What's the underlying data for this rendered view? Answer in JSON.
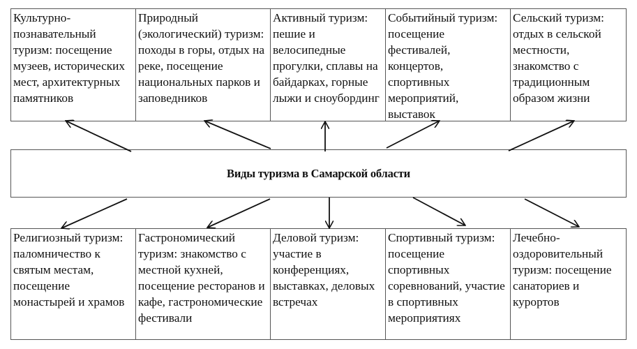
{
  "title": "Виды туризма в Самарской области",
  "top_types": [
    {
      "text": "Культурно-познавательный туризм: посещение музеев, исторических мест, архитектурных памятников"
    },
    {
      "text": "Природный (экологический) туризм: походы в горы, отдых на реке, посещение национальных парков и заповедников"
    },
    {
      "text": "Активный туризм: пешие и велосипедные прогулки, сплавы на байдарках, горные лыжи и сноубординг"
    },
    {
      "text": "Событийный туризм: посещение фестивалей, концертов, спортивных мероприятий, выставок"
    },
    {
      "text": "Сельский туризм: отдых в сельской местности, знакомство с традиционным образом жизни"
    }
  ],
  "bottom_types": [
    {
      "text": "Религиозный туризм: паломничество к святым местам, посещение монастырей и храмов"
    },
    {
      "text": "Гастрономический туризм: знакомство с местной кухней, посещение ресторанов и кафе, гастрономические фестивали"
    },
    {
      "text": "Деловой туризм: участие в конференциях, выставках, деловых встречах"
    },
    {
      "text": "Спортивный туризм: посещение спортивных соревнований, участие в спортивных мероприятиях"
    },
    {
      "text": "Лечебно-оздоровительный туризм: посещение санаториев и курортов"
    }
  ],
  "connections": {
    "from": "title",
    "to_top": [
      "top_types.0",
      "top_types.1",
      "top_types.2",
      "top_types.3",
      "top_types.4"
    ],
    "to_bottom": [
      "bottom_types.0",
      "bottom_types.1",
      "bottom_types.2",
      "bottom_types.3",
      "bottom_types.4"
    ]
  },
  "colors": {
    "line": "#111111",
    "border": "#555555",
    "background": "#ffffff"
  }
}
